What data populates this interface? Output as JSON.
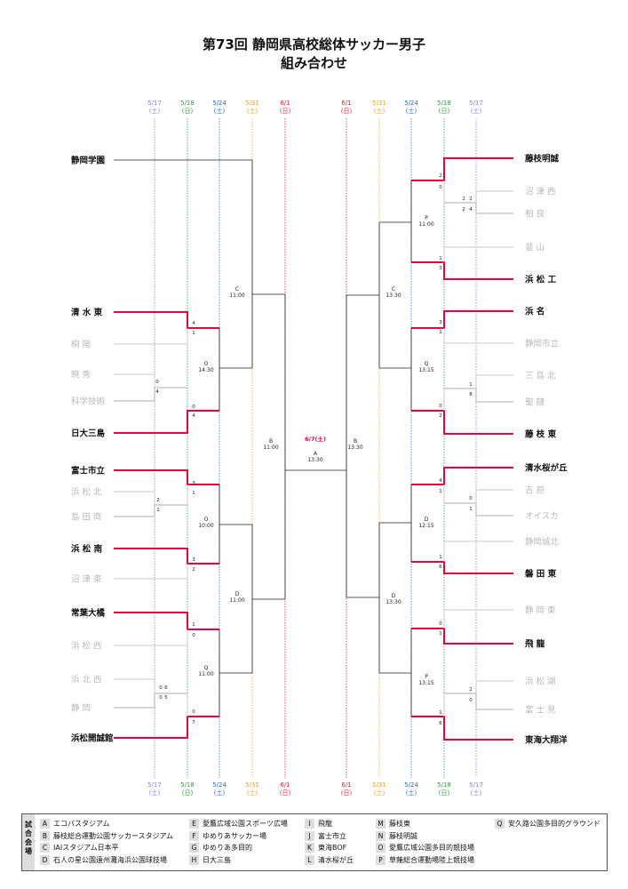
{
  "title": {
    "line1": "第73回 静岡県高校総体サッカー男子",
    "line2": "組み合わせ"
  },
  "dates": {
    "left": [
      {
        "date": "5/17",
        "day": "(土)",
        "color": "#8a7fd6"
      },
      {
        "date": "5/18",
        "day": "(日)",
        "color": "#2e9e3c"
      },
      {
        "date": "5/24",
        "day": "(土)",
        "color": "#1d6fd0"
      },
      {
        "date": "5/31",
        "day": "(土)",
        "color": "#f0a020"
      },
      {
        "date": "6/1",
        "day": "(日)",
        "color": "#e0203d"
      }
    ],
    "right": [
      {
        "date": "6/1",
        "day": "(日)",
        "color": "#e0203d"
      },
      {
        "date": "5/31",
        "day": "(土)",
        "color": "#f0a020"
      },
      {
        "date": "5/24",
        "day": "(土)",
        "color": "#1d6fd0"
      },
      {
        "date": "5/18",
        "day": "(日)",
        "color": "#2e9e3c"
      },
      {
        "date": "5/17",
        "day": "(土)",
        "color": "#8a7fd6"
      }
    ]
  },
  "teams_left": [
    {
      "name": "静岡学園",
      "out": false
    },
    {
      "name": "清 水 東",
      "out": false
    },
    {
      "name": "桐    陽",
      "out": true
    },
    {
      "name": "暁    秀",
      "out": true
    },
    {
      "name": "科学技術",
      "out": true
    },
    {
      "name": "日大三島",
      "out": false
    },
    {
      "name": "富士市立",
      "out": false
    },
    {
      "name": "浜 松 北",
      "out": true
    },
    {
      "name": "島 田 商",
      "out": true
    },
    {
      "name": "浜 松 南",
      "out": false
    },
    {
      "name": "沼 津 東",
      "out": true
    },
    {
      "name": "常葉大橘",
      "out": false
    },
    {
      "name": "浜 松 西",
      "out": true
    },
    {
      "name": "浜 北 西",
      "out": true
    },
    {
      "name": "静    岡",
      "out": true
    },
    {
      "name": "浜松開誠館",
      "out": false
    }
  ],
  "teams_right": [
    {
      "name": "藤枝明誠",
      "out": false
    },
    {
      "name": "沼 津 西",
      "out": true
    },
    {
      "name": "相    良",
      "out": true
    },
    {
      "name": "韮    山",
      "out": true
    },
    {
      "name": "浜 松 工",
      "out": false
    },
    {
      "name": "浜    名",
      "out": false
    },
    {
      "name": "静岡市立",
      "out": true
    },
    {
      "name": "三 島 北",
      "out": true
    },
    {
      "name": "聖    隷",
      "out": true
    },
    {
      "name": "藤 枝 東",
      "out": false
    },
    {
      "name": "清水桜が丘",
      "out": false
    },
    {
      "name": "吉    原",
      "out": true
    },
    {
      "name": "オイスカ",
      "out": true
    },
    {
      "name": "静岡城北",
      "out": true
    },
    {
      "name": "磐 田 東",
      "out": false
    },
    {
      "name": "静 岡 東",
      "out": true
    },
    {
      "name": "飛    龍",
      "out": false
    },
    {
      "name": "浜 松 湖",
      "out": true
    },
    {
      "name": "富 士 見",
      "out": true
    },
    {
      "name": "東海大翔洋",
      "out": false
    }
  ],
  "scores_left": [
    "4",
    "1",
    "0",
    "4",
    "0",
    "4",
    "3",
    "1",
    "2",
    "1",
    "3",
    "2",
    "1",
    "0",
    "0",
    "6",
    "0",
    "5",
    "0",
    "7"
  ],
  "scores_right": [
    "2",
    "0",
    "2",
    "2",
    "2",
    "4",
    "1",
    "3",
    "3",
    "1",
    "1",
    "8",
    "0",
    "2",
    "4",
    "1",
    "0",
    "1",
    "1",
    "6",
    "0",
    "1",
    "2",
    "0",
    "1",
    "6"
  ],
  "matches_left": [
    {
      "venue": "C",
      "time": "11:00"
    },
    {
      "venue": "O",
      "time": "14:30"
    },
    {
      "venue": "O",
      "time": "10:00"
    },
    {
      "venue": "D",
      "time": "11:00"
    },
    {
      "venue": "Q",
      "time": "11:00"
    },
    {
      "venue": "B",
      "time": "11:00"
    }
  ],
  "matches_right": [
    {
      "venue": "P",
      "time": "11:00"
    },
    {
      "venue": "C",
      "time": "13:30"
    },
    {
      "venue": "Q",
      "time": "13:15"
    },
    {
      "venue": "B",
      "time": "13:30"
    },
    {
      "venue": "D",
      "time": "12:15"
    },
    {
      "venue": "D",
      "time": "13:30"
    },
    {
      "venue": "P",
      "time": "13:15"
    }
  ],
  "final": {
    "date": "6/7(土)",
    "venue": "A",
    "time": "13:30"
  },
  "legend": {
    "header": [
      "試",
      "合",
      "会",
      "場"
    ],
    "columns": [
      [
        {
          "k": "A",
          "v": "エコパスタジアム"
        },
        {
          "k": "B",
          "v": "藤枝総合運動公園サッカースタジアム"
        },
        {
          "k": "C",
          "v": "IAIスタジアム日本平"
        },
        {
          "k": "D",
          "v": "石人の星公園遠州灘海浜公園球技場"
        }
      ],
      [
        {
          "k": "E",
          "v": "愛鷹広域公園スポーツ広場"
        },
        {
          "k": "F",
          "v": "ゆめりあサッカー場"
        },
        {
          "k": "G",
          "v": "ゆめりあ多目的"
        },
        {
          "k": "H",
          "v": "日大三島"
        }
      ],
      [
        {
          "k": "I",
          "v": "飛龍"
        },
        {
          "k": "J",
          "v": "富士市立"
        },
        {
          "k": "K",
          "v": "東海BOF"
        },
        {
          "k": "L",
          "v": "清水桜が丘"
        }
      ],
      [
        {
          "k": "M",
          "v": "藤枝東"
        },
        {
          "k": "N",
          "v": "藤枝明誠"
        },
        {
          "k": "O",
          "v": "愛鷹広域公園多目的競技場"
        },
        {
          "k": "P",
          "v": "草薙総合運動場陸上競技場"
        }
      ],
      [
        {
          "k": "Q",
          "v": "安久路公園多目的グラウンド"
        }
      ]
    ]
  },
  "colors": {
    "winner": "#e8003d",
    "loser": "#c8c8c8",
    "line": "#222222",
    "out_text": "#b8b8b8"
  }
}
